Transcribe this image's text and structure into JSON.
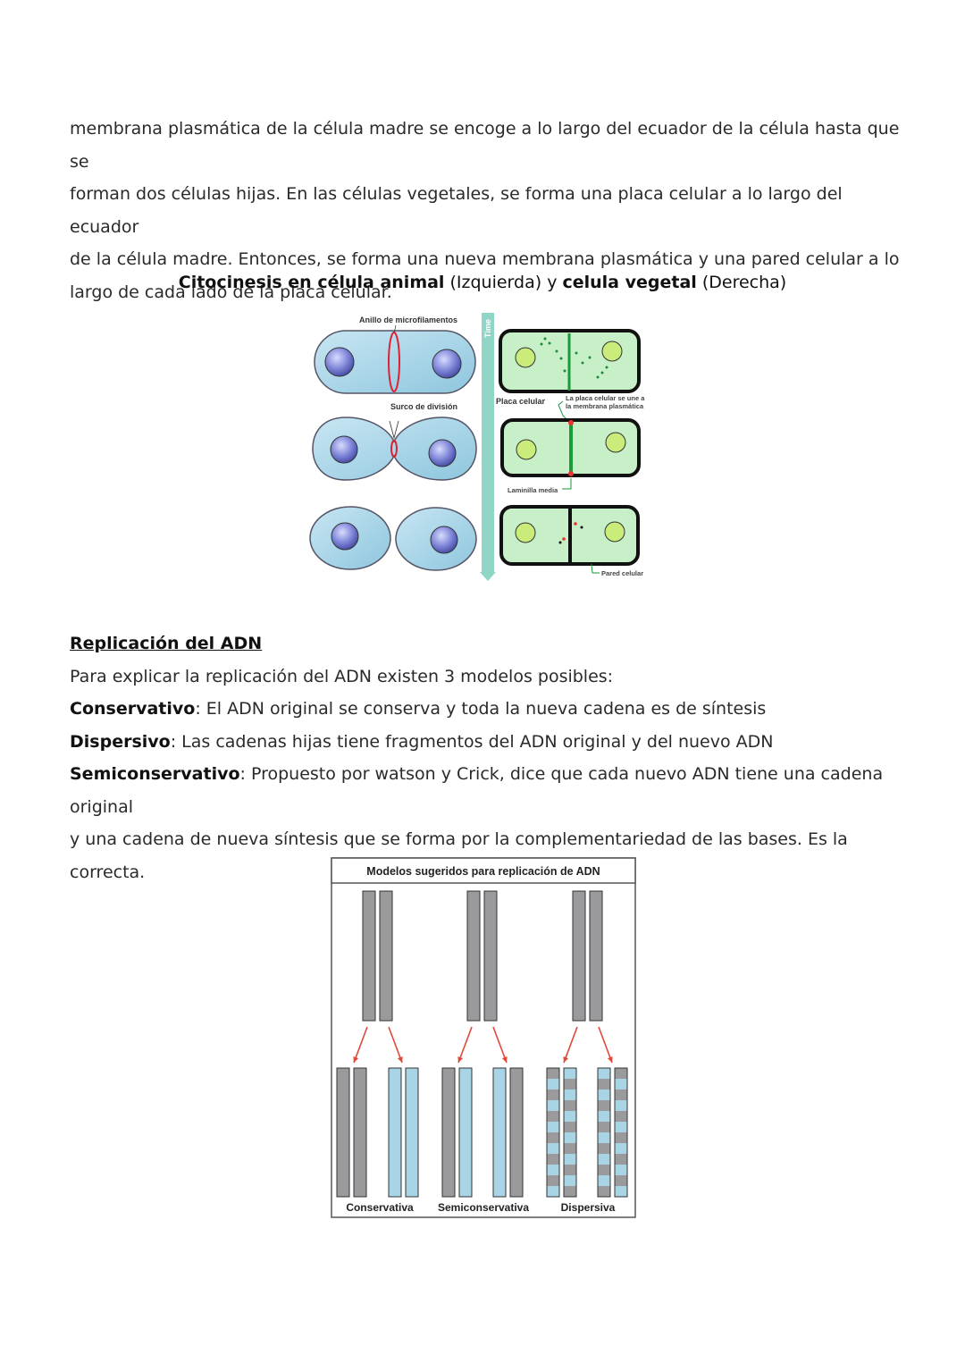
{
  "intro_lines": [
    "membrana plasmática de la célula madre se encoge a lo largo del ecuador de la célula hasta que se",
    "forman dos células hijas. En las células vegetales, se forma una placa celular a lo largo del ecuador",
    "de la célula madre. Entonces, se forma una nueva membrana plasmática y una pared celular a lo",
    "largo de cada lado de la placa celular."
  ],
  "figure1": {
    "title_bold_1": "Citocinesis en célula animal",
    "title_plain_1": "(Izquierda) y",
    "title_bold_2": "celula vegetal",
    "title_plain_2": "(Derecha)",
    "labels": {
      "ring": "Anillo de microfilamentos",
      "furrow": "Surco de división",
      "time": "Time",
      "plate": "Placa celular",
      "plate_joins_1": "La placa celular se une a",
      "plate_joins_2": "la membrana plasmática",
      "lamella": "Laminilla media",
      "wall": "Pared celular"
    }
  },
  "section": {
    "heading": "Replicación del ADN",
    "intro": "Para explicar la replicación del ADN existen 3 modelos posibles:",
    "models": [
      {
        "term": "Conservativo",
        "text": ": El ADN original se conserva y toda la nueva cadena es de síntesis"
      },
      {
        "term": "Dispersivo",
        "text": ": Las cadenas hijas tiene fragmentos del ADN original y del nuevo ADN"
      },
      {
        "term": "Semiconservativo",
        "text": ": Propuesto por watson y Crick, dice que cada nuevo ADN tiene una cadena original"
      }
    ],
    "continuation_lines": [
      "y una cadena de nueva síntesis que se forma por la complementariedad de las bases. Es la",
      "correcta."
    ]
  },
  "figure2": {
    "title": "Modelos sugeridos para replicación de ADN",
    "captions": [
      "Conservativa",
      "Semiconservativa",
      "Dispersiva"
    ],
    "colors": {
      "original": "#9a9a9c",
      "new": "#a9d4e6",
      "arrow": "#e0483a"
    }
  }
}
